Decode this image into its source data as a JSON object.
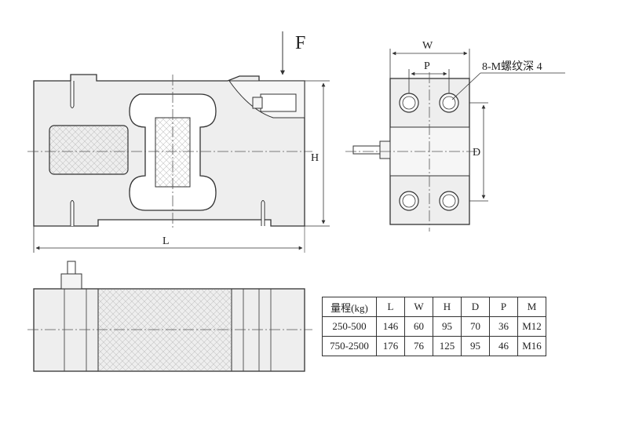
{
  "labels": {
    "force": "F",
    "width": "W",
    "pitch": "P",
    "holes": "8-M螺纹深 4",
    "depth": "D",
    "height": "H",
    "length": "L"
  },
  "table": {
    "header": [
      "量程(kg)",
      "L",
      "W",
      "H",
      "D",
      "P",
      "M"
    ],
    "rows": [
      [
        "250-500",
        "146",
        "60",
        "95",
        "70",
        "36",
        "M12"
      ],
      [
        "750-2500",
        "176",
        "76",
        "125",
        "95",
        "46",
        "M16"
      ]
    ]
  },
  "colors": {
    "body_fill": "#eeeeee",
    "outline": "#333333",
    "centerline": "#555555",
    "gauge_hatch": "#bbbbbb"
  }
}
